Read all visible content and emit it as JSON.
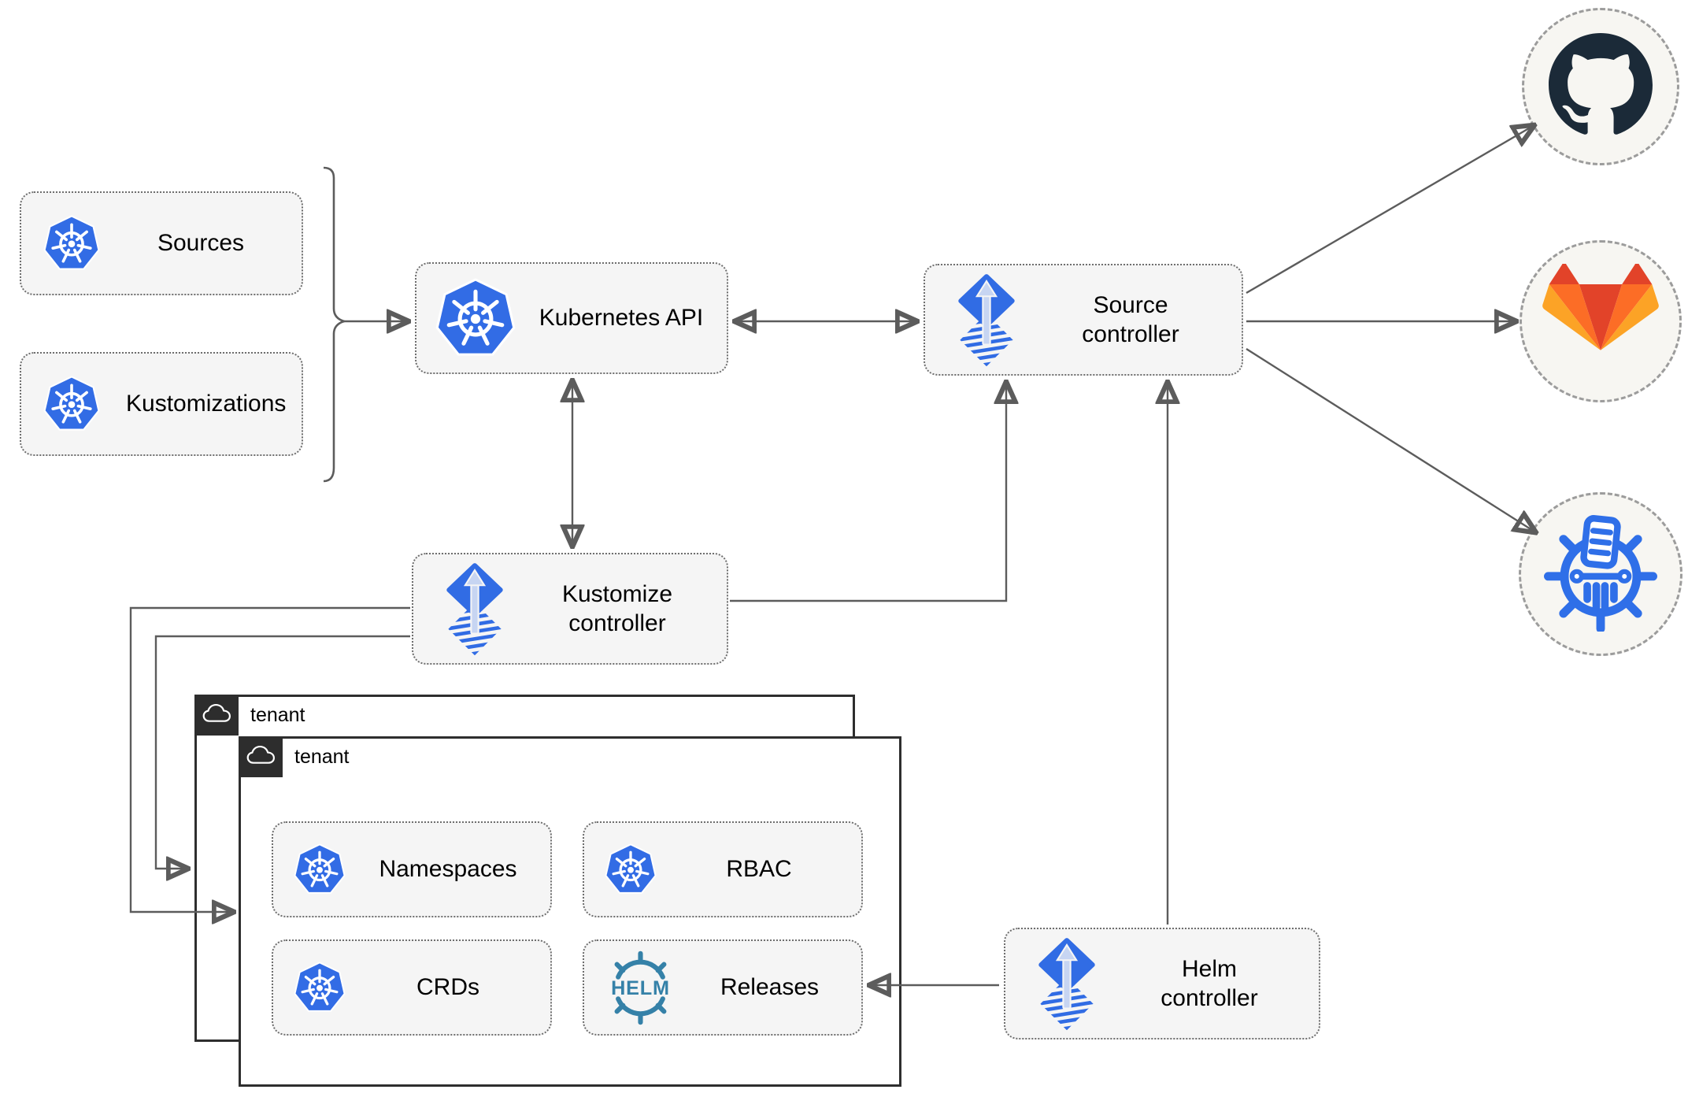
{
  "nodes": {
    "sources": "Sources",
    "kustomizations": "Kustomizations",
    "kubernetes_api": "Kubernetes API",
    "source_controller": "Source controller",
    "kustomize_controller": "Kustomize controller",
    "helm_controller": "Helm controller",
    "tenant_back": "tenant",
    "tenant_front": "tenant",
    "namespaces": "Namespaces",
    "rbac": "RBAC",
    "crds": "CRDs",
    "releases": "Releases"
  },
  "icons": {
    "helm_wordmark": "HELM",
    "external_targets": [
      "github",
      "gitlab",
      "container-registry"
    ]
  },
  "edges": [
    {
      "from": "sources+kustomizations",
      "to": "kubernetes_api",
      "style": "arrow"
    },
    {
      "from": "kubernetes_api",
      "to": "source_controller",
      "style": "double-arrow"
    },
    {
      "from": "kubernetes_api",
      "to": "kustomize_controller",
      "style": "double-arrow"
    },
    {
      "from": "kustomize_controller",
      "to": "source_controller",
      "style": "arrow"
    },
    {
      "from": "helm_controller",
      "to": "source_controller",
      "style": "arrow"
    },
    {
      "from": "kustomize_controller",
      "to": "tenant_front",
      "style": "arrow"
    },
    {
      "from": "kustomize_controller",
      "to": "tenant_back",
      "style": "arrow"
    },
    {
      "from": "helm_controller",
      "to": "releases",
      "style": "arrow"
    },
    {
      "from": "source_controller",
      "to": "github",
      "style": "arrow"
    },
    {
      "from": "source_controller",
      "to": "gitlab",
      "style": "arrow"
    },
    {
      "from": "source_controller",
      "to": "container-registry",
      "style": "arrow"
    }
  ],
  "colors": {
    "kubernetes_blue": "#326CE5",
    "flux_blue": "#316CE4",
    "flux_arrow_light": "#C7D5F2",
    "helm_teal": "#3581A8",
    "github_dark": "#1B2A38",
    "gitlab_red": "#E24329",
    "gitlab_orange": "#FC6D26",
    "gitlab_amber": "#FCA326",
    "registry_blue": "#2F6FE8",
    "node_fill": "#F5F5F5",
    "node_border": "#6E6E6E",
    "connector": "#5C5C5C",
    "tenant_border": "#2E2E2E",
    "tab_fill": "#2D2D2D",
    "circle_fill": "#F7F6F2",
    "circle_border": "#9C9C9C"
  }
}
